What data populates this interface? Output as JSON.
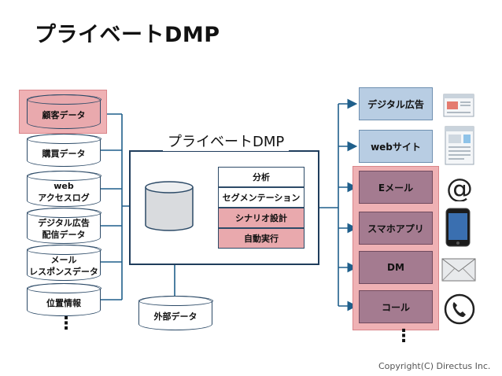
{
  "title": "プライベートDMP",
  "sources": [
    {
      "label": "顧客データ"
    },
    {
      "label": "購買データ"
    },
    {
      "label": "web\nアクセスログ"
    },
    {
      "label": "デジタル広告\n配信データ"
    },
    {
      "label": "メール\nレスポンスデータ"
    },
    {
      "label": "位置情報"
    }
  ],
  "more_marker": "⋮",
  "dmp": {
    "label": "プライベートDMP",
    "functions": [
      "分析",
      "セグメンテーション",
      "シナリオ設計",
      "自動実行"
    ]
  },
  "external": {
    "label": "外部データ"
  },
  "channels": [
    "デジタル広告",
    "webサイト",
    "Eメール",
    "スマホアプリ",
    "DM",
    "コール"
  ],
  "icons": [
    "web-ad-page-icon",
    "website-page-icon",
    "at-sign-icon",
    "smartphone-icon",
    "envelope-icon",
    "phone-icon"
  ],
  "colors": {
    "highlight": "#efb1b4",
    "highlight_box": "#e9a9ad",
    "channel_blue": "#b8cde3",
    "channel_mauve": "#a47b90",
    "line": "#1f5f8b"
  },
  "copyright": "Copyright(C)  Directus Inc."
}
